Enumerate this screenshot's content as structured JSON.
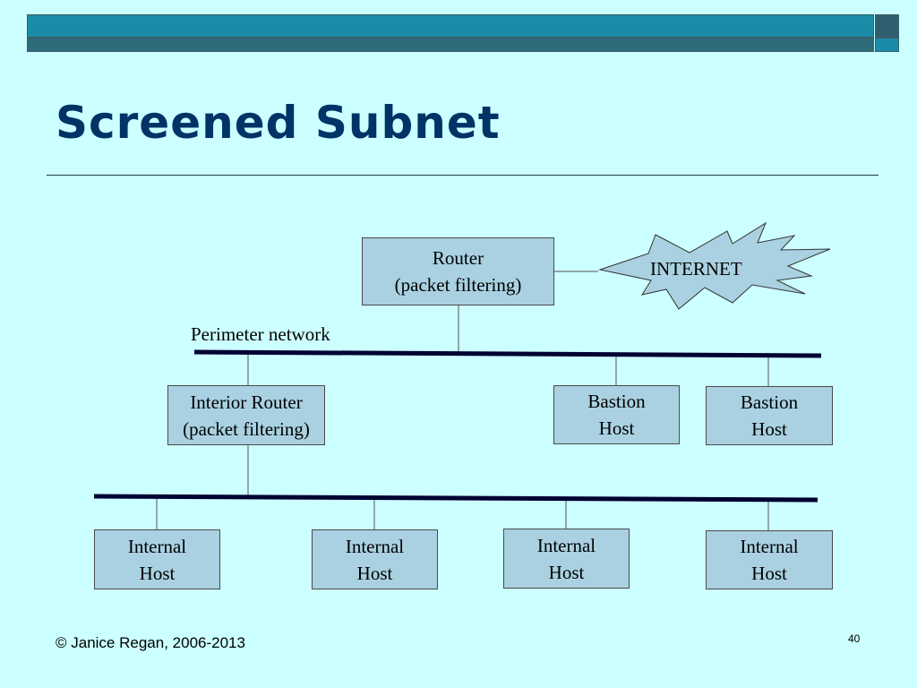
{
  "slide": {
    "title": "Screened Subnet",
    "footer": "© Janice Regan, 2006-2013",
    "page_number": "40"
  },
  "diagram": {
    "router": {
      "line1": "Router",
      "line2": "(packet filtering)"
    },
    "internet": "INTERNET",
    "perimeter_label": "Perimeter network",
    "interior_router": {
      "line1": "Interior Router",
      "line2": "(packet filtering)"
    },
    "bastion_hosts": [
      {
        "line1": "Bastion",
        "line2": "Host"
      },
      {
        "line1": "Bastion",
        "line2": "Host"
      }
    ],
    "internal_hosts": [
      {
        "line1": "Internal",
        "line2": "Host"
      },
      {
        "line1": "Internal",
        "line2": "Host"
      },
      {
        "line1": "Internal",
        "line2": "Host"
      },
      {
        "line1": "Internal",
        "line2": "Host"
      }
    ]
  },
  "colors": {
    "background": "#ccffff",
    "node_fill": "#a9d1e1",
    "title": "#003366",
    "network_line": "#000033"
  }
}
